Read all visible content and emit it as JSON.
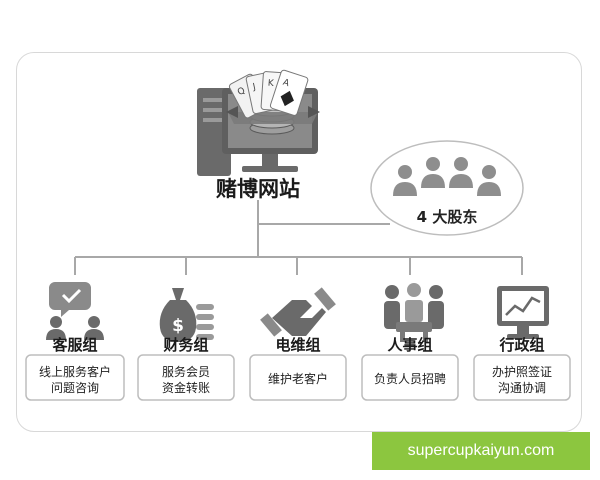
{
  "hub": {
    "title": "赌博网站"
  },
  "shareholders": {
    "label": "4 大股东"
  },
  "groups": [
    {
      "name": "客服组",
      "lines": [
        "线上服务客户",
        "问题咨询"
      ],
      "icon": "customer-service-icon"
    },
    {
      "name": "财务组",
      "lines": [
        "服务会员",
        "资金转账"
      ],
      "icon": "money-bag-icon"
    },
    {
      "name": "电维组",
      "lines": [
        "维护老客户"
      ],
      "icon": "handshake-icon"
    },
    {
      "name": "人事组",
      "lines": [
        "负责人员招聘"
      ],
      "icon": "team-icon"
    },
    {
      "name": "行政组",
      "lines": [
        "办护照签证",
        "沟通协调"
      ],
      "icon": "monitor-chart-icon"
    }
  ],
  "cards": {
    "letters": [
      "Q",
      "J",
      "K",
      "A"
    ]
  },
  "footer": {
    "text": "supercupkaiyun.com"
  },
  "colors": {
    "icon_dark": "#5a5a5a",
    "icon_mid": "#8a8a8a",
    "icon_light": "#bdbdbd",
    "connector": "#a8a8a8",
    "banner": "#8cc63f"
  }
}
